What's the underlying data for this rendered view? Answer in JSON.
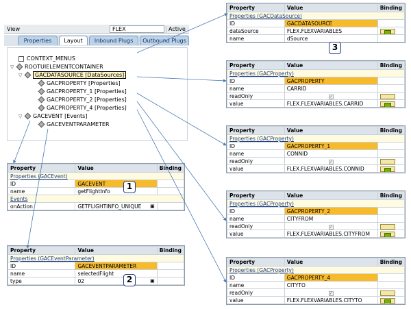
{
  "editor": {
    "view_label": "View",
    "view_value": "FLEX",
    "status": "Active",
    "tabs": [
      {
        "label": "Properties"
      },
      {
        "label": "Layout"
      },
      {
        "label": "Inbound Plugs"
      },
      {
        "label": "Outbound Plugs"
      }
    ],
    "tree": [
      {
        "label": "CONTEXT_MENUS"
      },
      {
        "label": "ROOTUIELEMENTCONTAINER"
      },
      {
        "label": "GACDATASOURCE [DataSources]"
      },
      {
        "label": "GACPROPERTY [Properties]"
      },
      {
        "label": "GACPROPERTY_1 [Properties]"
      },
      {
        "label": "GACPROPERTY_2 [Properties]"
      },
      {
        "label": "GACPROPERTY_4 [Properties]"
      },
      {
        "label": "GACEVENT  [Events]"
      },
      {
        "label": "GACEVENTPARAMETER"
      }
    ]
  },
  "headers": {
    "property": "Property",
    "value": "Value",
    "binding": "Binding"
  },
  "panels": {
    "datasource": {
      "group": "Properties (GACDataSource)",
      "rows": [
        {
          "prop": "ID",
          "value": "GACDATASOURCE"
        },
        {
          "prop": "dataSource",
          "value": "FLEX.FLEXVARIABLES"
        },
        {
          "prop": "name",
          "value": "dSource"
        }
      ],
      "callout": "3"
    },
    "property": {
      "group": "Properties (GACProperty)",
      "rows": [
        {
          "prop": "ID",
          "value": "GACPROPERTY"
        },
        {
          "prop": "name",
          "value": "CARRID"
        },
        {
          "prop": "readOnly",
          "value": ""
        },
        {
          "prop": "value",
          "value": "FLEX.FLEXVARIABLES.CARRID"
        }
      ]
    },
    "property1": {
      "group": "Properties (GACProperty)",
      "rows": [
        {
          "prop": "ID",
          "value": "GACPROPERTY_1"
        },
        {
          "prop": "name",
          "value": "CONNID"
        },
        {
          "prop": "readOnly",
          "value": ""
        },
        {
          "prop": "value",
          "value": "FLEX.FLEXVARIABLES.CONNID"
        }
      ]
    },
    "property2": {
      "group": "Properties (GACProperty)",
      "rows": [
        {
          "prop": "ID",
          "value": "GACPROPERTY_2"
        },
        {
          "prop": "name",
          "value": "CITYFROM"
        },
        {
          "prop": "readOnly",
          "value": ""
        },
        {
          "prop": "value",
          "value": "FLEX.FLEXVARIABLES.CITYFROM"
        }
      ]
    },
    "property4": {
      "group": "Properties (GACProperty)",
      "rows": [
        {
          "prop": "ID",
          "value": "GACPROPERTY_4"
        },
        {
          "prop": "name",
          "value": "CITYTO"
        },
        {
          "prop": "readOnly",
          "value": ""
        },
        {
          "prop": "value",
          "value": "FLEX.FLEXVARIABLES.CITYTO"
        }
      ]
    },
    "event": {
      "group": "Properties (GACEvent)",
      "rows": [
        {
          "prop": "ID",
          "value": "GACEVENT"
        },
        {
          "prop": "name",
          "value": "getFlightInfo"
        }
      ],
      "events_group": "Events",
      "on_action": {
        "prop": "onAction",
        "value": "GETFLIGHTINFO_UNIQUE"
      },
      "callout": "1"
    },
    "eventparam": {
      "group": "Properties (GACEventParameter)",
      "rows": [
        {
          "prop": "ID",
          "value": "GACEVENTPARAMETER"
        },
        {
          "prop": "name",
          "value": "selectedFlight"
        },
        {
          "prop": "type",
          "value": "02"
        }
      ],
      "callout": "2"
    }
  },
  "colors": {
    "highlight": "#f7ba2a",
    "arrow": "#4a7ab4",
    "group_link": "#1b3f8f"
  }
}
